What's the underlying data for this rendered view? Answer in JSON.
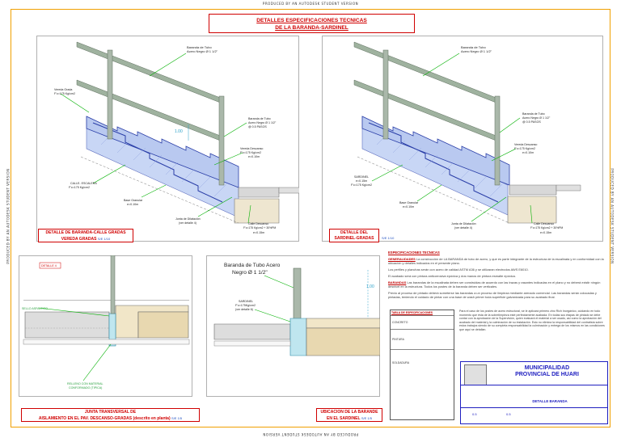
{
  "stamps": {
    "top": "PRODUCED BY AN AUTODESK STUDENT VERSION",
    "bottom": "PRODUCED BY AN AUTODESK STUDENT VERSION",
    "left": "PRODUCED BY AN AUTODESK STUDENT VERSION",
    "right": "PRODUCED BY AN AUTODESK STUDENT VERSION"
  },
  "title": {
    "line1": "DETALLES ESPECIFICACIONES TECNICAS",
    "line2": "DE LA BARANDA-SARDINEL"
  },
  "panel1": {
    "rail_label": "Baranda de Tubo",
    "rail_sub": "Acero Negro Ø 1 1/2\"",
    "post_label": "Baranda de Tubo",
    "post_sub": "Acero Negro Ø 1 1/2\"",
    "post_spacing": "@ 0.5 PASOS",
    "vereda_grada": "Vereda Grada",
    "vereda_grada_fc": "F'c=175 Kg/cm2",
    "vereda_descanso": "Vereda Descanso",
    "vereda_descanso_fc": "F'c=175 Kg/cm2",
    "vereda_descanso_e": "e=0.10m",
    "calle_escalera": "CALLE- ESCALERA",
    "calle_escalera_fc": "F'c=175 Kg/cm2",
    "base_granular": "Base Granular",
    "base_granular_e": "e=0.10m",
    "junta": "Junta de Dilatación",
    "junta_sub": "(ver detalle 4)",
    "calle_descanso": "Calle Descanso",
    "calle_descanso_fc": "F'c=175 Kg/cm2 + 30%PM",
    "calle_descanso_e": "e=0.15m",
    "dim": "1.00",
    "caption1": "DETALLE DE BARANDA-CALLE GRADAS",
    "caption2": "VEREDA GRADAS",
    "scale": "S/E 1/10"
  },
  "panel2": {
    "rail_label": "Baranda de Tubo",
    "rail_sub": "Acero Negro Ø 1 1/2\"",
    "post_label": "Baranda de Tubo",
    "post_sub": "Acero Negro Ø 1 1/2\"",
    "post_spacing": "@ 0.5 PASOS",
    "vereda_descanso": "Vereda Descanso",
    "vereda_descanso_fc": "F'c=175 Kg/cm2",
    "vereda_descanso_e": "e=0.10m",
    "sardinel": "SARDINEL",
    "sardinel_e": "e=0.15m",
    "sardinel_fc": "F'c=175 Kg/cm2",
    "base_granular": "Base Granular",
    "base_granular_e": "e=0.10m",
    "junta": "Junta de Dilatación",
    "junta_sub": "(ver detalle 4)",
    "calle_descanso": "Calle Descanso",
    "calle_descanso_fc": "F'c=175 Kg/cm2 + 30%PM",
    "calle_descanso_e": "e=0.15m",
    "caption1": "DETALLE DEL",
    "caption2": "SARDINEL-GRADAS",
    "scale": "S/E 1/10"
  },
  "panel3": {
    "detail_tag": "DETALLE 4",
    "sello": "SELLO ASFALTICO",
    "relleno": "RELLENO CON MATERIAL",
    "relleno2": "CONFORMADO (TIPICA)",
    "caption1": "JUNTA TRANSVERSAL DE",
    "caption2": "AISLAMIENTO EN EL PAV. DESCANSO-GRADAS (descrito en planta)",
    "scale": "S/E 1/5"
  },
  "panel4": {
    "rail_label": "Baranda de Tubo Acero",
    "rail_sub": "Negro Ø 1 1/2\"",
    "sardinel": "SARDINEL",
    "sardinel_fc": "F'c=175Kg/cm2",
    "sardinel_sub": "(ver detalle 6)",
    "dim": "1.00",
    "caption1": "UBICACION DE LA BARANDE",
    "caption2": "EN EL SARDINEL",
    "scale": "S/E 1/5"
  },
  "notes": {
    "heading": "ESPECIFICACIONES TECNICAS",
    "p1_kw": "GENERALIDADES",
    "p1": "La construcción de LA BARANDA de tubo de acero, y que es parte integrante de la estructura de la escalinata y en conformidad con la ubicación y detalles indicados en el presente plano.",
    "p2": "Los perfiles y planchas serán con acero de calidad ASTM A36 y se utilizaran electrodos AWS E6010.",
    "p3": "El acabado será con pintura anticorrosiva epóxica y dos manos de pintura esmalte epóxica.",
    "p4_kw": "BARANDAS",
    "p4": "Las barandas de la escalinata deben ser construidas de acuerdo con las trazas y rasantes indicadas en el plano y no deberá existir ningún desnivel en la estructura. Todos los postes de la baranda deben ser verticales.",
    "p5": "Previo al proceso de pintado deberá someterse las barandas a un proceso de limpieza mediante arenado comercial. Las barandas serán colocadas y pintadas, teniendo el cuidado de pintar con una base de wash primer toda superficie galvanizada para su acabado final.",
    "p6": "Para el caso de los postes de acero estructural, se le aplicará primero zinc Rich Inorgánico, cuidando en todo momento que ésta de la sobrelimpieza esté perfectamente acabada. En todas sus etapas de pintado se debe contar con la aprobación de la Supervisión, quien evaluará el material a ser usado, así como la aprobación del acabado del material y la culminación de su instalación. Esto no elimina la responsabilidad del contratista sobre estos trabajos siendo de su completa responsabilidad la culminación y entrega de los mismos en las condiciones que aquí se detallan."
  },
  "table": {
    "head": "TABLA DE ESPECIFICACIONES",
    "r1": "CONCRETO",
    "r2": "PINTURA",
    "r3": "SOLDADURA"
  },
  "titleblock": {
    "municipality1": "MUNICIPALIDAD",
    "municipality2": "PROVINCIAL DE HUARI",
    "sheet_title": "DETALLE BARANDA",
    "scale_a": "0.5",
    "scale_b": "0.5"
  }
}
